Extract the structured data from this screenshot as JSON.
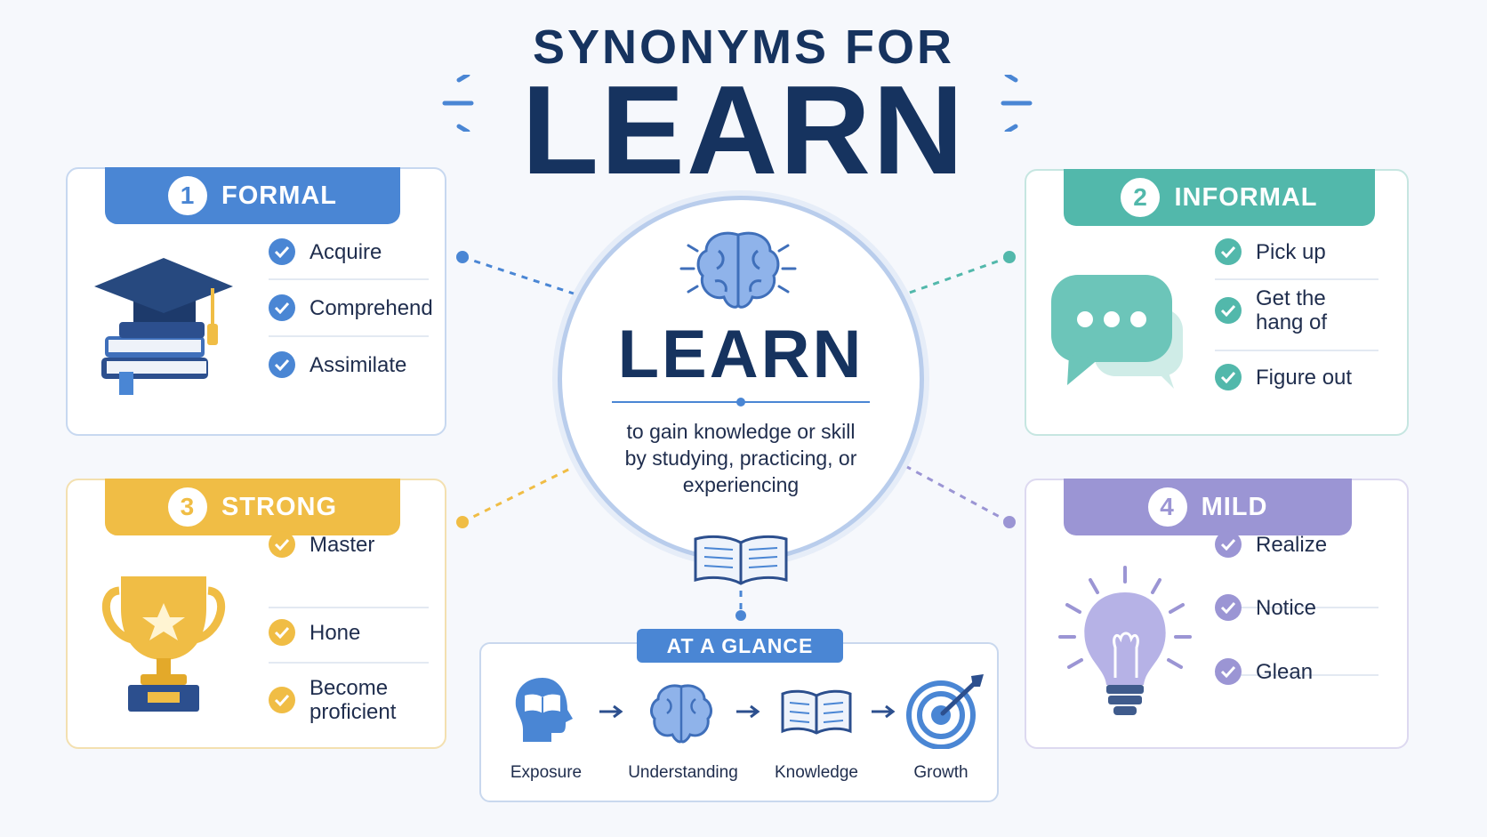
{
  "title": {
    "line1": "SYNONYMS FOR",
    "line2": "LEARN"
  },
  "center": {
    "word": "LEARN",
    "definition": "to gain knowledge or skill by studying, practicing, or experiencing"
  },
  "categories": [
    {
      "number": "1",
      "label": "FORMAL",
      "color": "#4a86d4",
      "icon": "graduation-cap-books-icon",
      "items": [
        "Acquire",
        "Comprehend",
        "Assimilate"
      ]
    },
    {
      "number": "2",
      "label": "INFORMAL",
      "color": "#52b8ab",
      "icon": "speech-bubble-icon",
      "items": [
        "Pick up",
        "Get the hang of",
        "Figure out"
      ]
    },
    {
      "number": "3",
      "label": "STRONG",
      "color": "#f0bd45",
      "icon": "trophy-icon",
      "items": [
        "Master",
        "Hone",
        "Become proficient"
      ]
    },
    {
      "number": "4",
      "label": "MILD",
      "color": "#9b95d4",
      "icon": "lightbulb-icon",
      "items": [
        "Realize",
        "Notice",
        "Glean"
      ]
    }
  ],
  "glance": {
    "title": "AT A GLANCE",
    "steps": [
      {
        "label": "Exposure",
        "icon": "head-book-icon"
      },
      {
        "label": "Understanding",
        "icon": "brain-icon"
      },
      {
        "label": "Knowledge",
        "icon": "open-book-icon"
      },
      {
        "label": "Growth",
        "icon": "target-arrow-icon"
      }
    ]
  }
}
